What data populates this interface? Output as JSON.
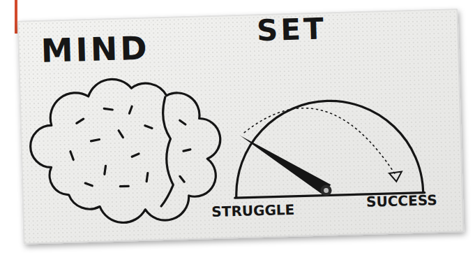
{
  "diagram": {
    "labels": [
      "MIND",
      "SET",
      "STRUGGLE",
      "SUCCESS"
    ]
  }
}
